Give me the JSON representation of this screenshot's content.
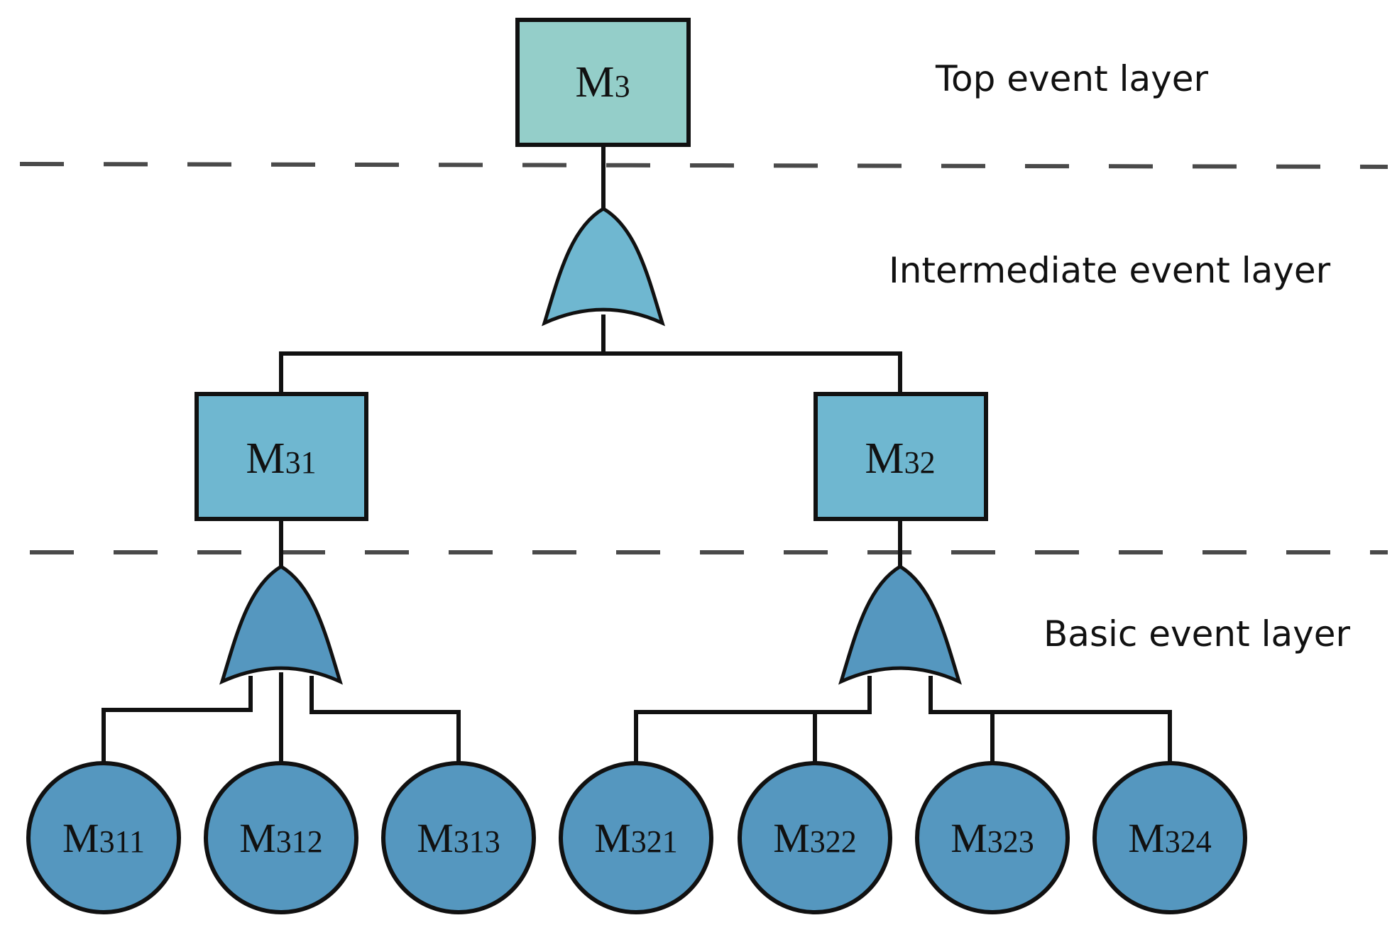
{
  "layers": {
    "top": "Top event layer",
    "intermediate": "Intermediate event layer",
    "basic": "Basic event layer"
  },
  "nodes": {
    "m3": {
      "letter": "M",
      "sub": "3"
    },
    "m31": {
      "letter": "M",
      "sub": "31"
    },
    "m32": {
      "letter": "M",
      "sub": "32"
    },
    "m311": {
      "letter": "M",
      "sub": "311"
    },
    "m312": {
      "letter": "M",
      "sub": "312"
    },
    "m313": {
      "letter": "M",
      "sub": "313"
    },
    "m321": {
      "letter": "M",
      "sub": "321"
    },
    "m322": {
      "letter": "M",
      "sub": "322"
    },
    "m323": {
      "letter": "M",
      "sub": "323"
    },
    "m324": {
      "letter": "M",
      "sub": "324"
    }
  },
  "colors": {
    "top_event": "#94cec9",
    "intermediate": "#6fb7d0",
    "basic": "#5597bf"
  }
}
